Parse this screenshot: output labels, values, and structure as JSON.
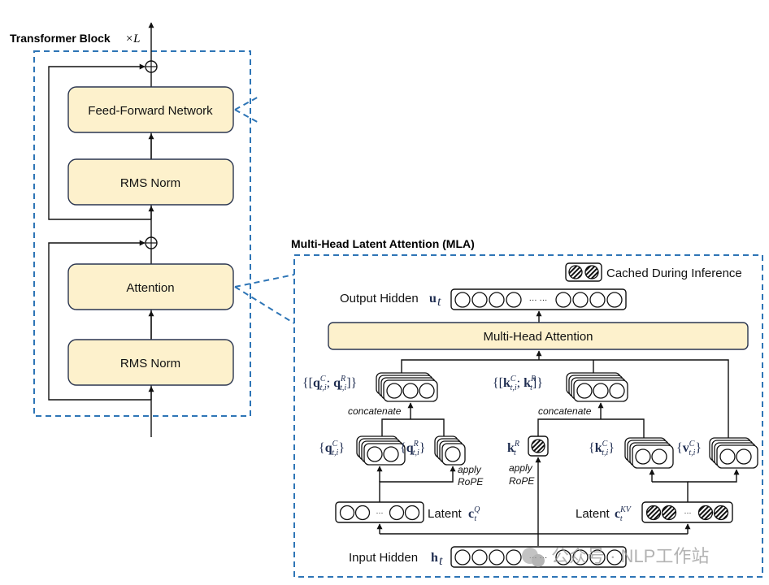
{
  "transformer_block": {
    "title": "Transformer Block",
    "repeat": "×L",
    "boxes": {
      "ffn": "Feed-Forward Network",
      "rms_norm_top": "RMS Norm",
      "attention": "Attention",
      "rms_norm_bottom": "RMS Norm"
    }
  },
  "mla": {
    "title": "Multi-Head Latent Attention (MLA)",
    "legend": "Cached During Inference",
    "output_hidden_label": "Output Hidden",
    "output_hidden_symbol": "u",
    "output_hidden_sub": "t",
    "mha_label": "Multi-Head Attention",
    "q_concat": "{[q",
    "q_concat_full": "{[qC t,i ; qR t,i ]}",
    "k_concat_full": "{[kC t,i ; kR t ]}",
    "concatenate": "concatenate",
    "q_c_label": "{qC t,i}",
    "q_r_label": "{qR t,i}",
    "k_r_label": "kR t",
    "k_c_label": "{kC t,i}",
    "v_c_label": "{vC t,i}",
    "apply": "apply",
    "rope": "RoPE",
    "latent": "Latent",
    "latent_q_sup": "Q",
    "latent_kv_sup": "KV",
    "input_hidden_label": "Input Hidden",
    "input_hidden_symbol": "h",
    "sub_t": "t",
    "sub_ti": "t,i",
    "sup_c": "C",
    "sup_r": "R",
    "bold_q": "q",
    "bold_k": "k",
    "bold_v": "v",
    "bold_c": "c",
    "ellipsis": "··· ···",
    "ellipsis_short": "···"
  },
  "watermark": "公众号 · NLP工作站"
}
